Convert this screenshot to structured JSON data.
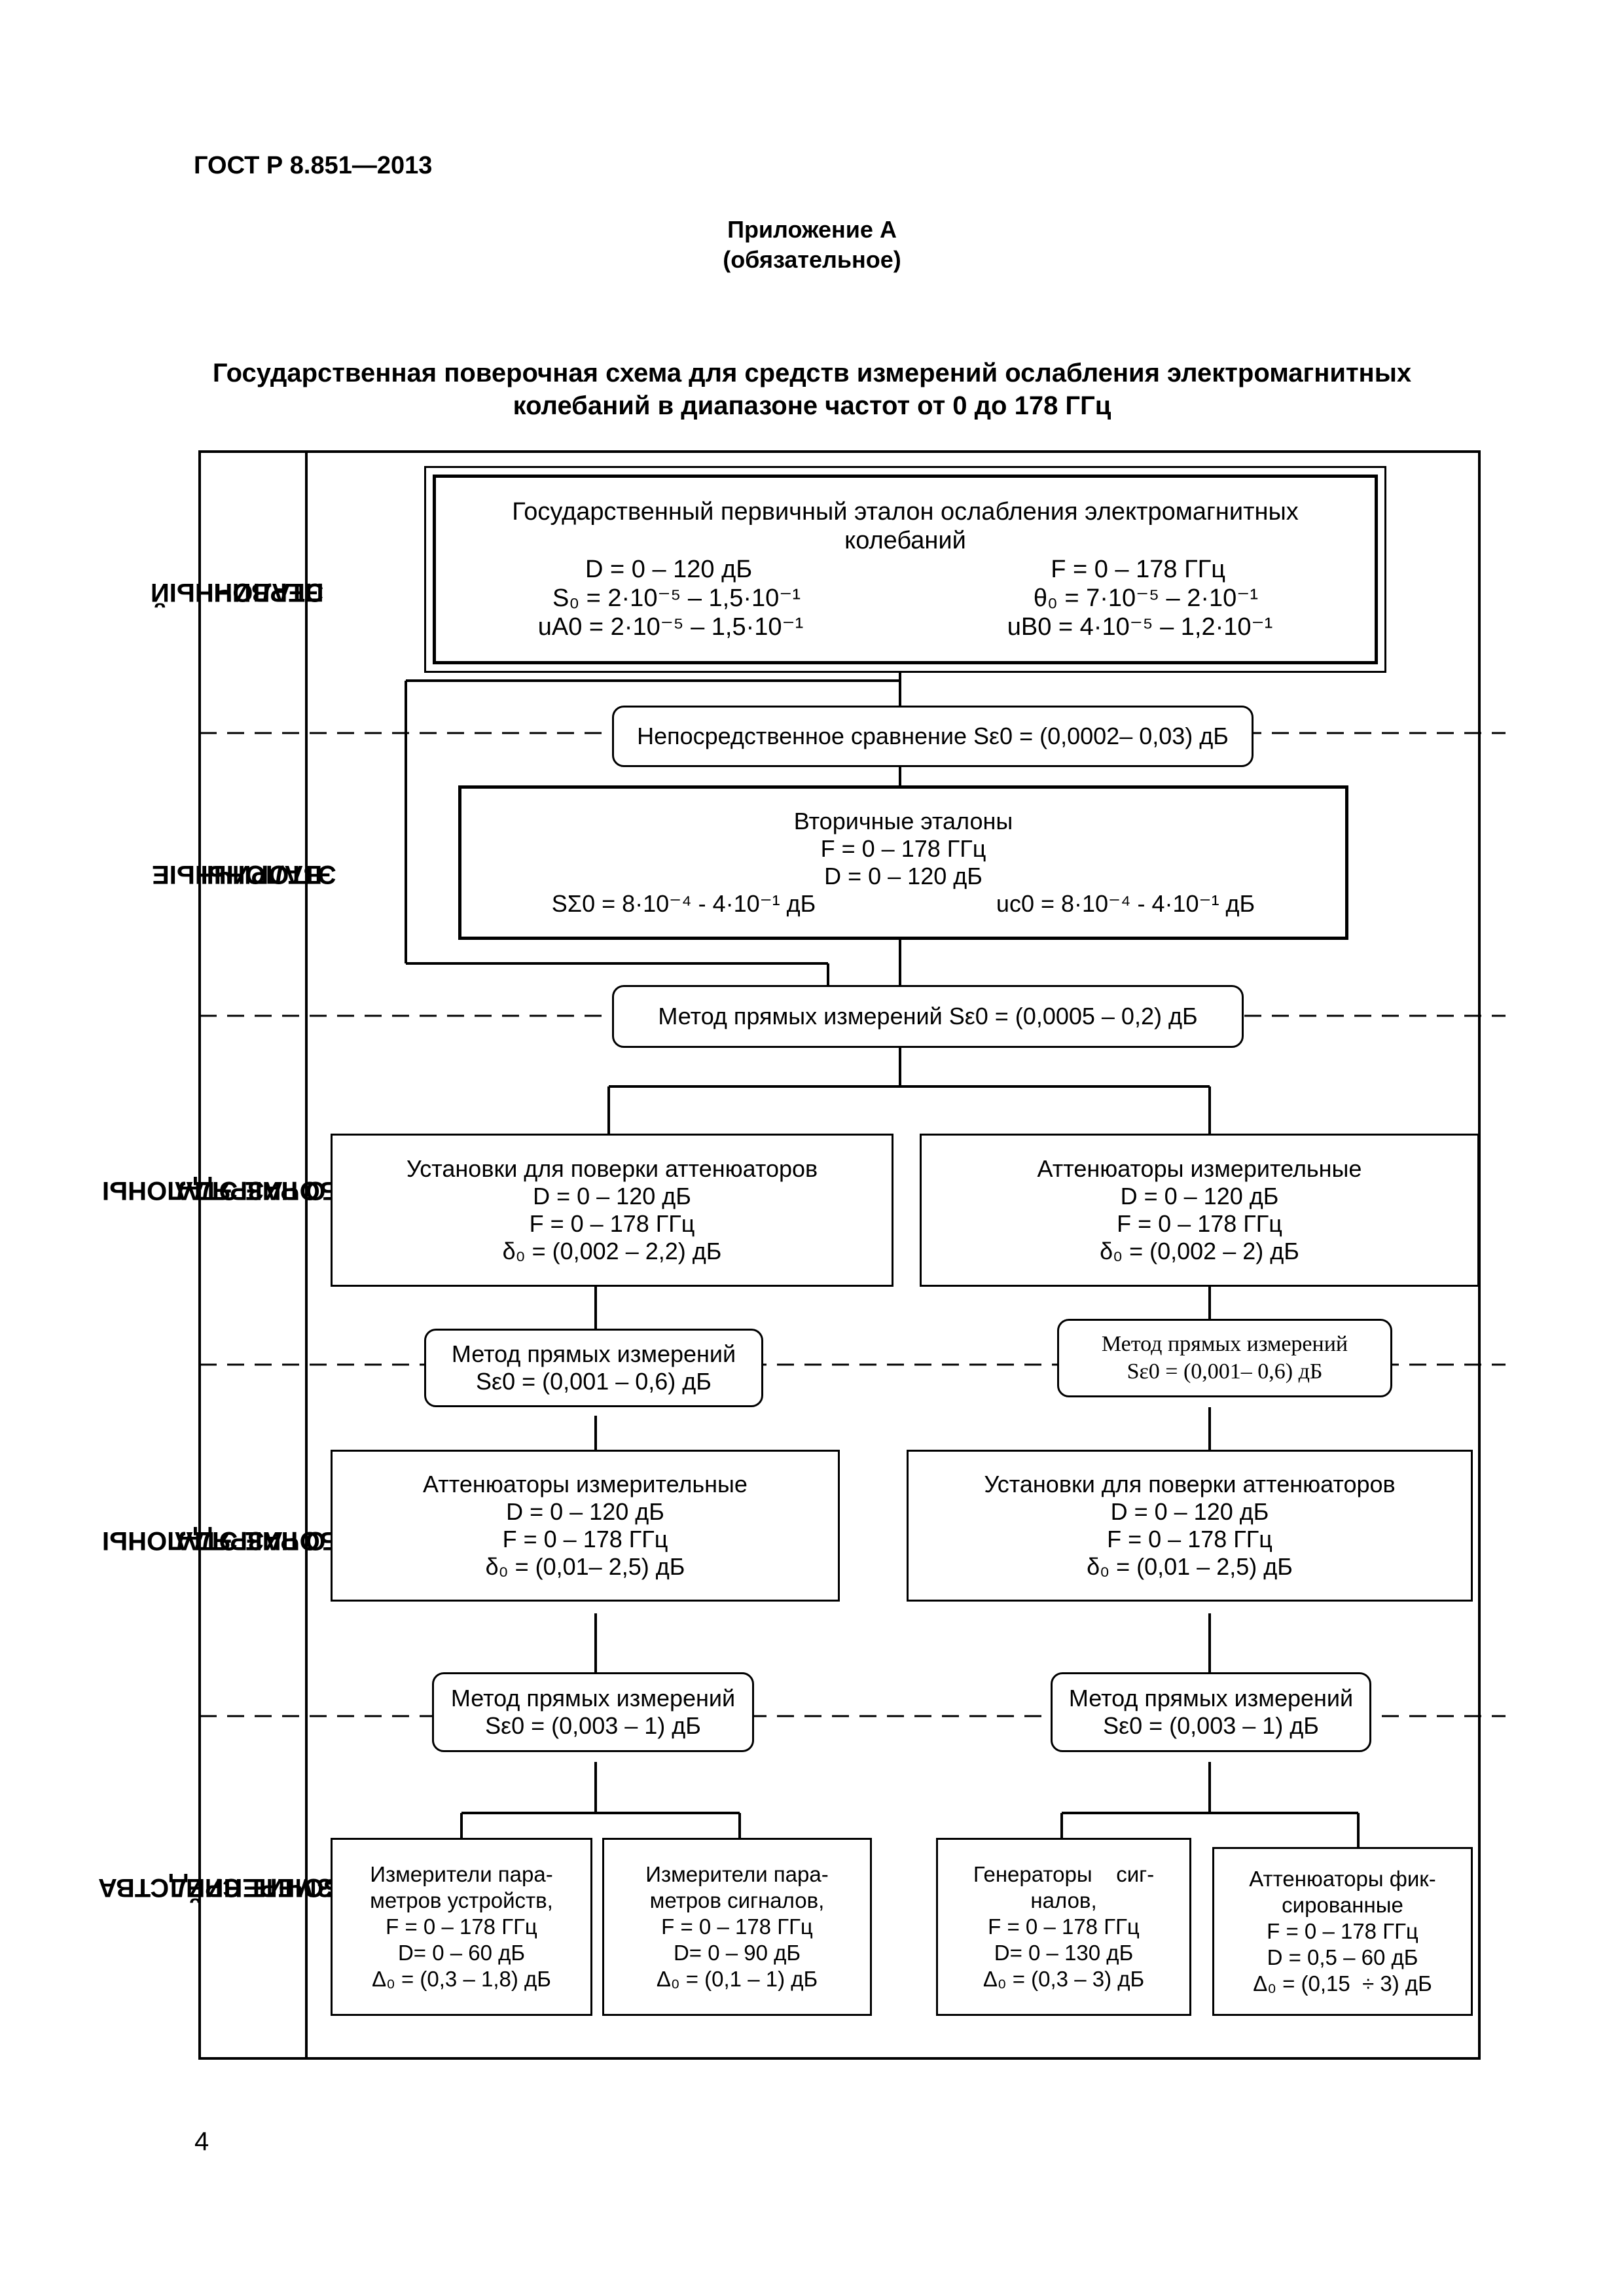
{
  "header": {
    "standard": "ГОСТ Р 8.851—2013",
    "appendix_title": "Приложение А",
    "appendix_status": "(обязательное)",
    "title_line1": "Государственная поверочная схема для средств измерений ослабления электромагнитных",
    "title_line2": "колебаний в диапазоне частот от 0 до 178 ГГц"
  },
  "levels": [
    {
      "line1": "ПЕРВИЧНЫЙ",
      "line2": "ЭТАЛОН"
    },
    {
      "line1": "ВТОРИЧНЫЕ",
      "line2": "ЭТАЛОНЫ"
    },
    {
      "line1": "РАБОЧИЕ ЭТАЛОНЫ",
      "line2": "1-ГО РАЗРЯДА"
    },
    {
      "line1": "РАБОЧИЕ ЭТАЛОНЫ",
      "line2": "2-ГО РАЗРЯДА"
    },
    {
      "line1": "РАБОЧИЕ СРЕДСТВА",
      "line2": "ИЗМЕРЕНИЙ"
    }
  ],
  "primary": {
    "title1": "Государственный первичный эталон ослабления электромагнитных",
    "title2": "колебаний",
    "d": "D = 0 – 120 дБ",
    "f": "F = 0 – 178 ГГц",
    "s0": "S₀ = 2·10⁻⁵ – 1,5·10⁻¹",
    "theta0": "θ₀ = 7·10⁻⁵ – 2·10⁻¹",
    "ua0": "uA0 = 2·10⁻⁵ – 1,5·10⁻¹",
    "ub0": "uB0 = 4·10⁻⁵ – 1,2·10⁻¹"
  },
  "method_direct_compare": "Непосредственное сравнение Sε0 = (0,0002– 0,03) дБ",
  "secondary": {
    "title": "Вторичные эталоны",
    "f": "F = 0 – 178 ГГц",
    "d": "D = 0 – 120 дБ",
    "s": "SΣ0 = 8·10⁻⁴ - 4·10⁻¹ дБ",
    "u": "uc0 = 8·10⁻⁴ - 4·10⁻¹ дБ"
  },
  "method_direct_meas_1": "Метод прямых измерений Sε0 = (0,0005 – 0,2) дБ",
  "work1_left": {
    "title": "Установки для поверки аттенюаторов",
    "d": "D = 0 – 120 дБ",
    "f": "F = 0 – 178 ГГц",
    "delta": "δ₀ = (0,002 – 2,2) дБ"
  },
  "work1_right": {
    "title": "Аттенюаторы измерительные",
    "d": "D = 0 – 120 дБ",
    "f": "F = 0 – 178 ГГц",
    "delta": "δ₀ = (0,002 – 2) дБ"
  },
  "method_2_left": {
    "line1": "Метод прямых измерений",
    "line2": "Sε0 = (0,001 – 0,6) дБ"
  },
  "method_2_right": {
    "line1": "Метод прямых измерений",
    "line2": "Sε0 = (0,001– 0,6) дБ"
  },
  "work2_left": {
    "title": "Аттенюаторы измерительные",
    "d": "D = 0 – 120 дБ",
    "f": "F = 0 – 178 ГГц",
    "delta": "δ₀ = (0,01– 2,5) дБ"
  },
  "work2_right": {
    "title": "Установки для поверки аттенюаторов",
    "d": "D = 0 – 120 дБ",
    "f": "F = 0 – 178 ГГц",
    "delta": "δ₀ = (0,01 – 2,5) дБ"
  },
  "method_3_left": {
    "line1": "Метод прямых измерений",
    "line2": "Sε0 = (0,003 – 1) дБ"
  },
  "method_3_right": {
    "line1": "Метод прямых измерений",
    "line2": "Sε0 = (0,003 – 1) дБ"
  },
  "instruments": [
    {
      "l1": "Измерители пара-",
      "l2": "метров устройств,",
      "f": "F = 0 – 178 ГГц",
      "d": "D= 0 – 60 дБ",
      "delta": "Δ₀ = (0,3 – 1,8) дБ"
    },
    {
      "l1": "Измерители пара-",
      "l2": "метров сигналов,",
      "f": "F = 0 – 178 ГГц",
      "d": "D= 0 – 90 дБ",
      "delta": "Δ₀ = (0,1 – 1) дБ"
    },
    {
      "l1": "Генераторы    сиг-",
      "l2": "налов,",
      "f": "F = 0 – 178 ГГц",
      "d": "D= 0 – 130 дБ",
      "delta": "Δ₀ = (0,3 – 3) дБ"
    },
    {
      "l1": "Аттенюаторы фик-",
      "l2": "сированные",
      "f": "F = 0 – 178 ГГц",
      "d": "D = 0,5 – 60 дБ",
      "delta": "Δ₀ = (0,15  ÷ 3) дБ"
    }
  ],
  "page_number": "4"
}
